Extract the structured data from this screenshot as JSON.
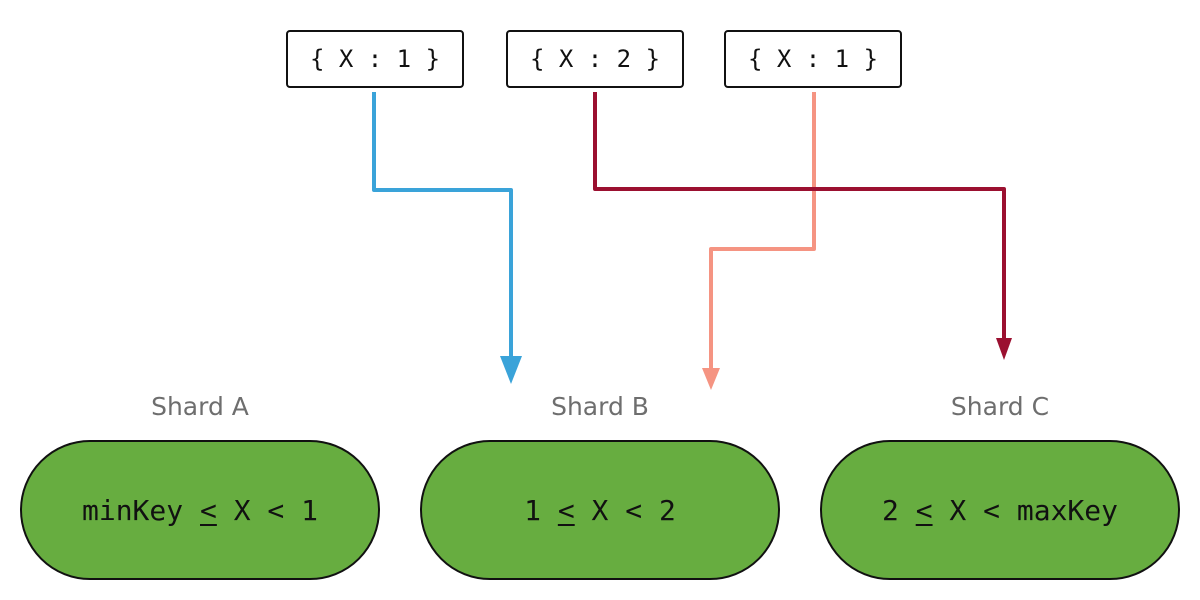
{
  "documents": [
    {
      "text": "{ X : 1 }"
    },
    {
      "text": "{ X : 2 }"
    },
    {
      "text": "{ X : 1 }"
    }
  ],
  "shards": [
    {
      "label": "Shard A",
      "range_left": "minKey ",
      "range_op": "<",
      "range_right": " X < 1"
    },
    {
      "label": "Shard B",
      "range_left": "1 ",
      "range_op": "<",
      "range_right": " X < 2"
    },
    {
      "label": "Shard C",
      "range_left": "2 ",
      "range_op": "<",
      "range_right": " X < maxKey"
    }
  ],
  "colors": {
    "shard_fill": "#67ad40",
    "route_doc1": "#3aa3d9",
    "route_doc2": "#9b1030",
    "route_doc3": "#f59482"
  }
}
